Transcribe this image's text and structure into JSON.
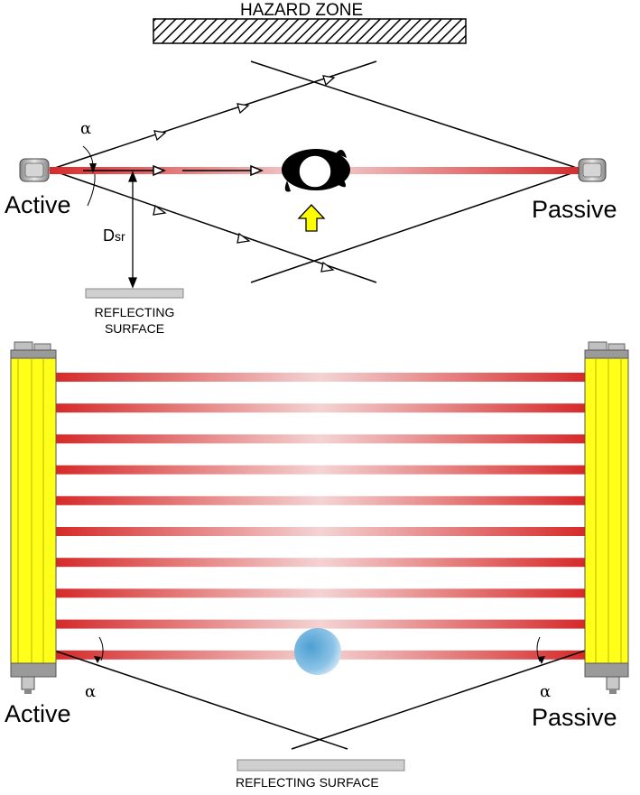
{
  "top": {
    "hazard_label": "HAZARD ZONE",
    "active_label": "Active",
    "passive_label": "Passive",
    "alpha_label": "α",
    "dsr_main": "D",
    "dsr_sub": "sr",
    "reflect_line1": "REFLECTING",
    "reflect_line2": "SURFACE"
  },
  "bottom": {
    "active_label": "Active",
    "passive_label": "Passive",
    "alpha_left": "α",
    "alpha_right": "α",
    "reflect_label": "REFLECTING SURFACE",
    "beam_count": 10
  },
  "colors": {
    "beam": "#d93030",
    "beam_mid": "#f4d3d3",
    "curtain": "#ffff1a",
    "arrow_fill": "#ffff00",
    "sphere": "#5aa8d6",
    "surface": "#cfcfcf"
  }
}
